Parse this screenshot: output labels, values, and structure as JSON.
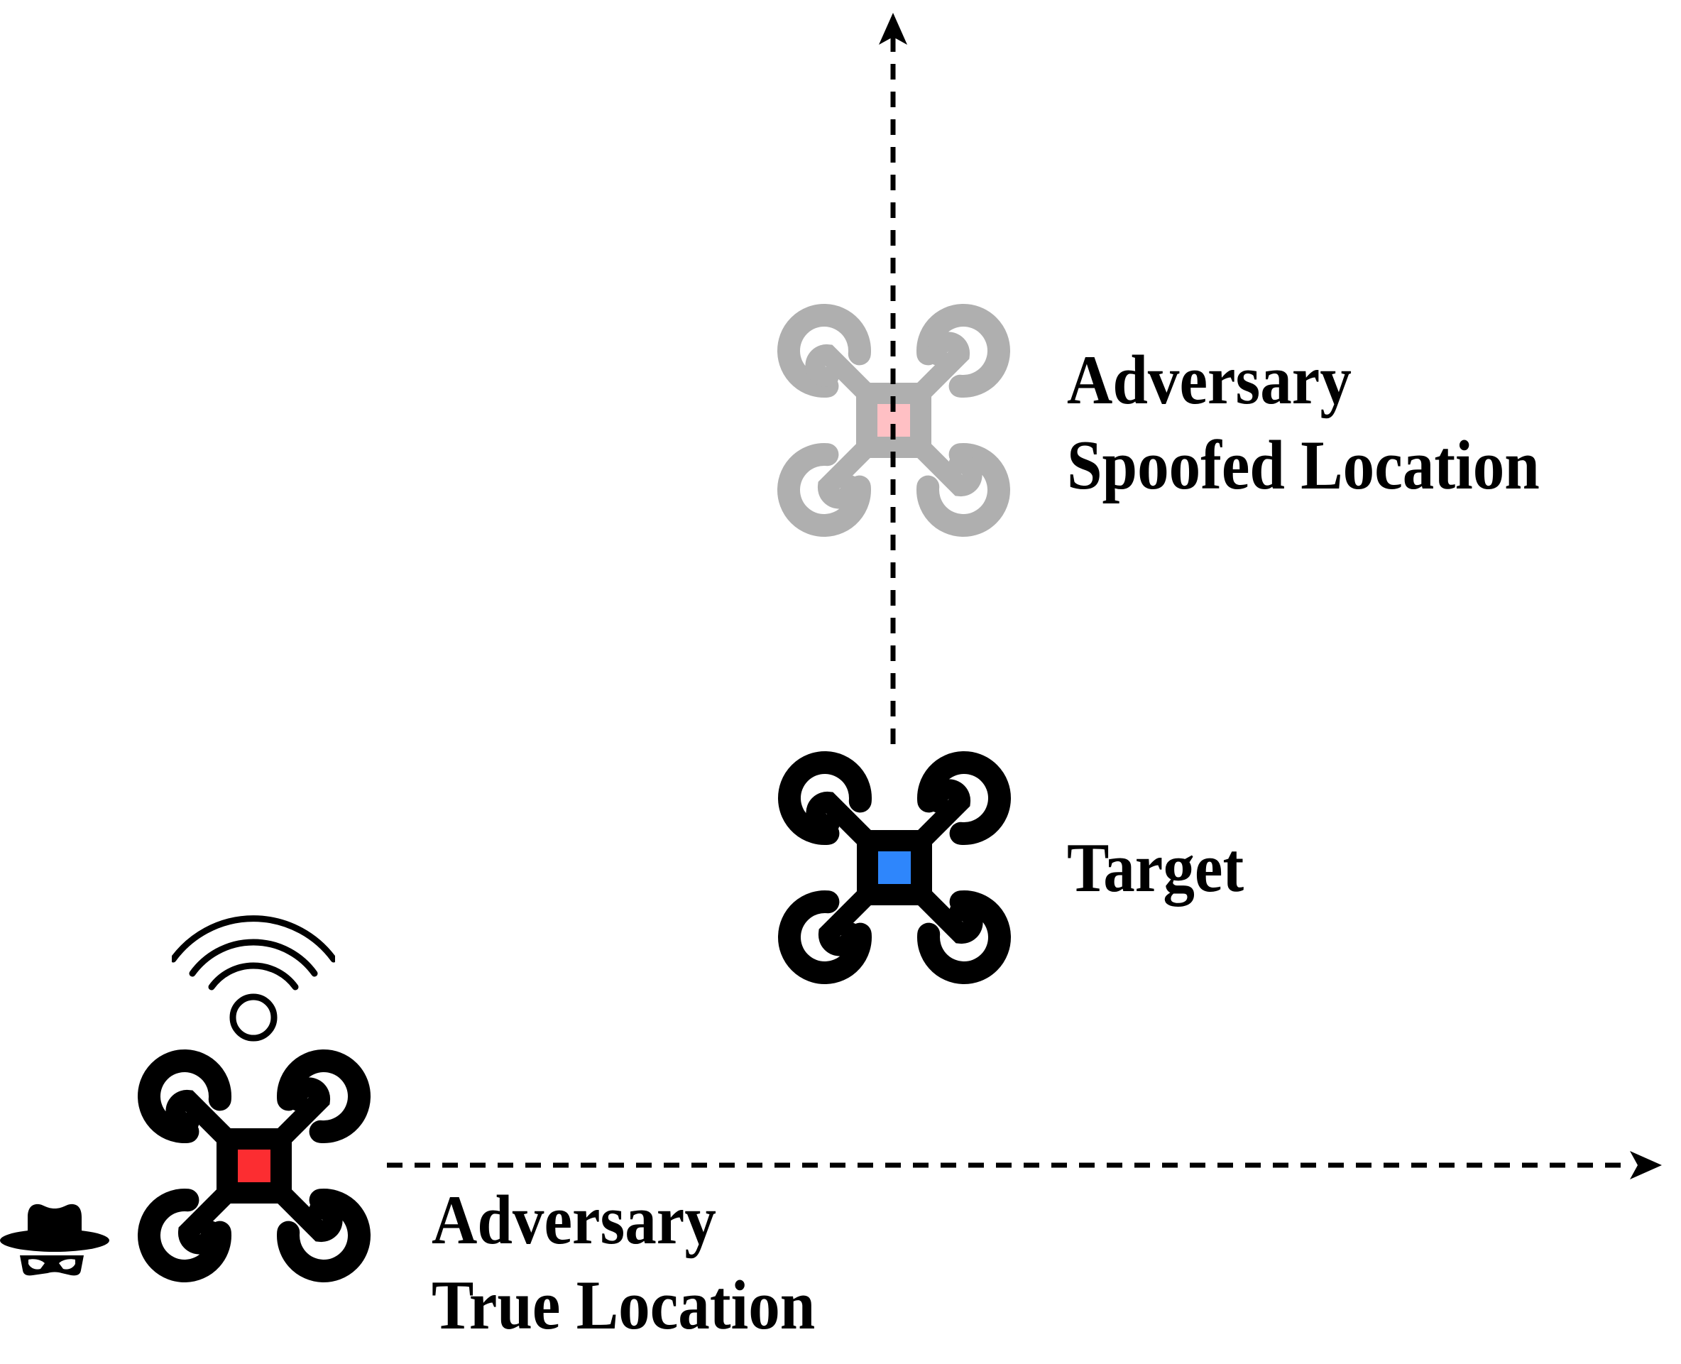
{
  "figure": {
    "title": "GPS spoofing adversary diagram",
    "labels": {
      "spoofed": {
        "line1": "Adversary",
        "line2": "Spoofed Location"
      },
      "target": {
        "text": "Target"
      },
      "true": {
        "line1": "Adversary",
        "line2": "True Location"
      }
    },
    "colors": {
      "ink": "#000000",
      "drone-gray": "#AFAFAF",
      "hub-pink": "#FFC0C4",
      "hub-blue": "#2E86FC",
      "hub-red": "#FC2D31"
    },
    "icons": {
      "spoofed_drone": "drone-icon (gray, pink hub)",
      "target_drone": "drone-icon (black, blue hub)",
      "true_drone": "drone-icon (black, red hub)",
      "signal": "wifi-signal-icon",
      "spy": "spy-incognito-icon",
      "vertical_axis": "dashed-arrow-up",
      "horizontal_axis": "dashed-arrow-right"
    }
  }
}
